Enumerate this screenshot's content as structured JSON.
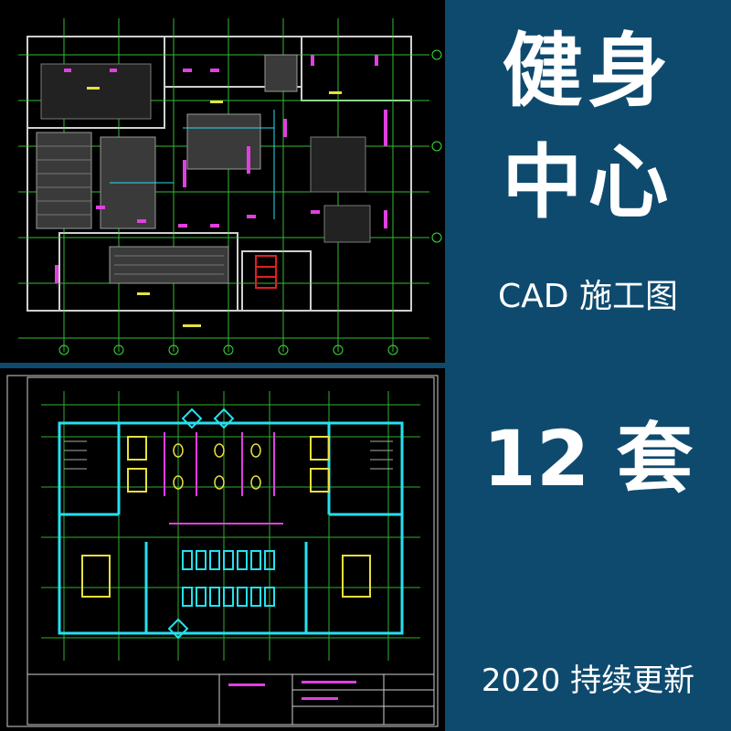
{
  "title_line1": "健身",
  "title_line2": "中心",
  "subtitle": "CAD 施工图",
  "set_count": "12 套",
  "footer": "2020 持续更新",
  "colors": {
    "background": "#0e4a6e",
    "text": "#ffffff",
    "cad_background": "#000000",
    "cad_green": "#3ddc3d",
    "cad_magenta": "#e040e0",
    "cad_cyan": "#26e0f0",
    "cad_yellow": "#e8e040",
    "cad_red": "#e02020"
  }
}
